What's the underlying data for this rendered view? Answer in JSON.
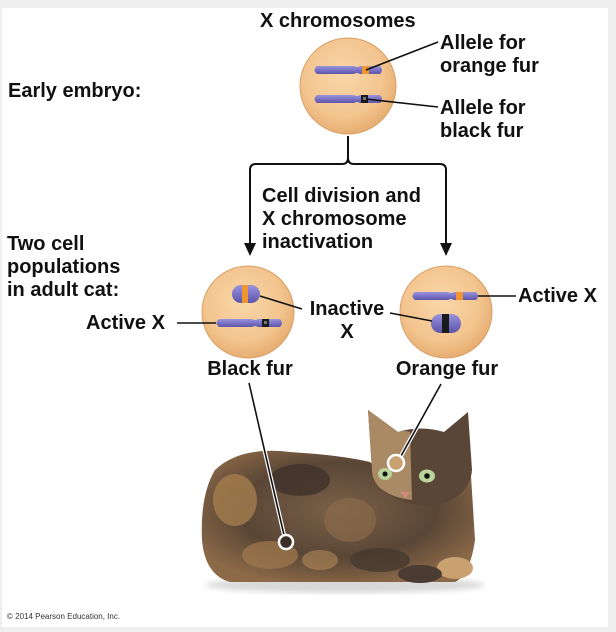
{
  "figure": {
    "labels": {
      "x_chromosomes": "X chromosomes",
      "early_embryo": "Early embryo:",
      "allele_orange_1": "Allele for",
      "allele_orange_2": "orange fur",
      "allele_black_1": "Allele for",
      "allele_black_2": "black fur",
      "cell_division_1": "Cell division and",
      "cell_division_2": "X chromosome",
      "cell_division_3": "inactivation",
      "two_cell_1": "Two cell",
      "two_cell_2": "populations",
      "two_cell_3": "in adult cat:",
      "active_x_left": "Active X",
      "active_x_right": "Active X",
      "inactive_1": "Inactive",
      "inactive_2": "X",
      "black_fur": "Black fur",
      "orange_fur": "Orange fur"
    },
    "credit": "© 2014 Pearson Education, Inc.",
    "colors": {
      "cell_fill": "#f3c48e",
      "cell_edge": "#d9a066",
      "chromosome": "#7b73c4",
      "chromosome_dark": "#5c55a8",
      "orange_allele": "#f0962e",
      "black_allele": "#1a1a1a",
      "text": "#111111",
      "background": "#efefef"
    }
  }
}
